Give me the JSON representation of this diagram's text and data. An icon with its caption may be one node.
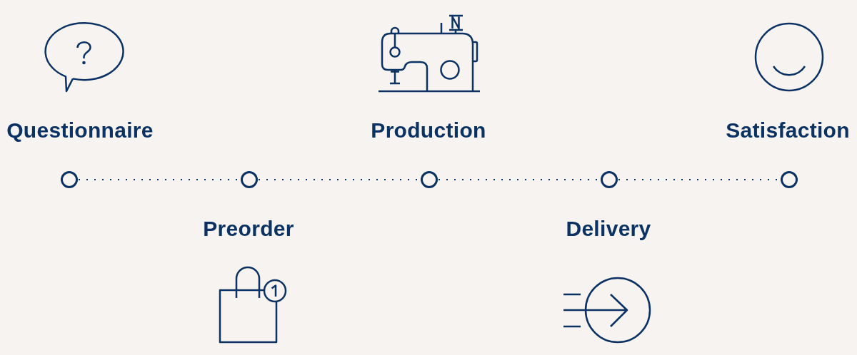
{
  "diagram": {
    "nodes": [
      {
        "text": [],
        "shape": "circle",
        "beside": [
          "Questionnaire"
        ]
      },
      {
        "text": [],
        "shape": "circle",
        "beside": [
          "Preorder"
        ]
      },
      {
        "text": [],
        "shape": "circle",
        "beside": [
          "Production"
        ]
      },
      {
        "text": [],
        "shape": "circle",
        "beside": [
          "Delivery"
        ]
      },
      {
        "text": [],
        "shape": "circle",
        "beside": [
          "Satisfaction"
        ]
      }
    ],
    "edges": [
      {
        "from": 0,
        "to": 1,
        "arrow": "none",
        "style": "dashed"
      },
      {
        "from": 1,
        "to": 2,
        "arrow": "none",
        "style": "dashed"
      },
      {
        "from": 2,
        "to": 3,
        "arrow": "none",
        "style": "dashed"
      },
      {
        "from": 3,
        "to": 4,
        "arrow": "none",
        "style": "dashed"
      }
    ]
  }
}
